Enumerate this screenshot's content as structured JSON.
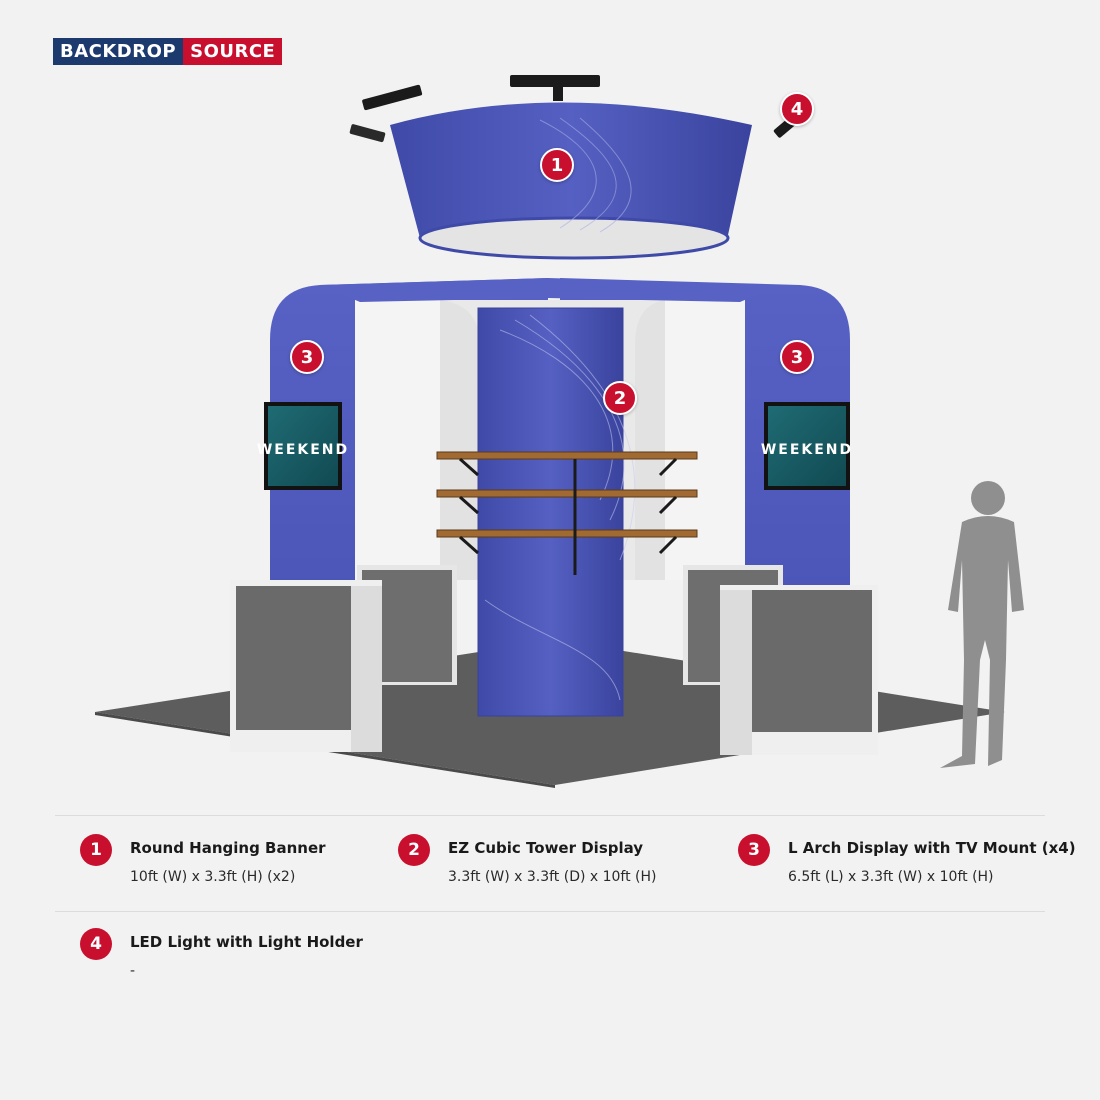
{
  "brand": {
    "part1": "BACKDROP",
    "part2": "SOURCE"
  },
  "markers": [
    "1",
    "2",
    "3",
    "3",
    "4"
  ],
  "tv_screens": [
    "WEEKEND",
    "WEEKEND"
  ],
  "components": [
    {
      "number": "1",
      "title": "Round Hanging Banner",
      "spec": "10ft (W) x 3.3ft (H) (x2)"
    },
    {
      "number": "2",
      "title": "EZ Cubic Tower Display",
      "spec": "3.3ft (W) x 3.3ft (D) x 10ft (H)"
    },
    {
      "number": "3",
      "title": "L Arch Display with TV Mount (x4)",
      "spec": "6.5ft (L) x 3.3ft (W) x 10ft (H)"
    },
    {
      "number": "4",
      "title": "LED Light with Light Holder",
      "spec": "-"
    }
  ],
  "colors": {
    "brand_navy": "#1d3a6e",
    "brand_red": "#c8102e",
    "fabric_blue": "#4c57b8",
    "carpet": "#5d5d5d"
  }
}
